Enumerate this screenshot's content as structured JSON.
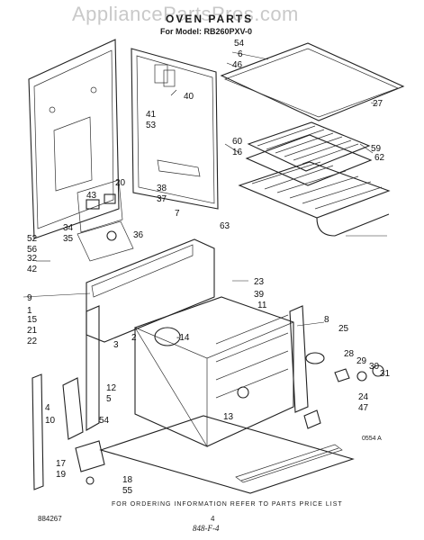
{
  "header": {
    "watermark": "AppliancePartsPros.com",
    "title": "OVEN PARTS",
    "subtitle": "For Model: RB260PXV-0"
  },
  "callouts": [
    "54",
    "6",
    "46",
    "40",
    "41",
    "53",
    "27",
    "60",
    "16",
    "59",
    "62",
    "20",
    "43",
    "38",
    "37",
    "7",
    "63",
    "34",
    "35",
    "36",
    "52",
    "56",
    "32",
    "42",
    "23",
    "39",
    "11",
    "9",
    "1",
    "15",
    "21",
    "22",
    "8",
    "25",
    "3",
    "2",
    "-14",
    "28",
    "29",
    "30",
    "31",
    "12",
    "5",
    "24",
    "47",
    "4",
    "10",
    "13",
    "54",
    "17",
    "19",
    "18",
    "55"
  ],
  "footer": {
    "instruction": "FOR ORDERING INFORMATION REFER TO PARTS PRICE LIST",
    "page": "4",
    "doc_number": "884267",
    "code": "0554 A",
    "handwritten": "848-F-4"
  }
}
